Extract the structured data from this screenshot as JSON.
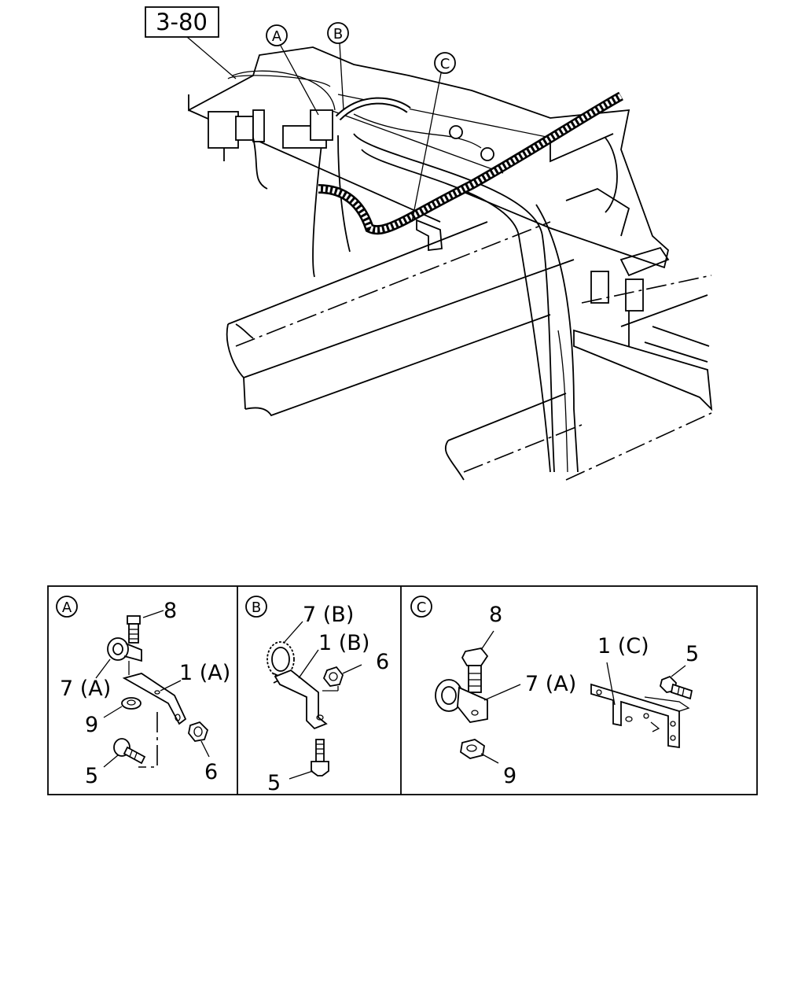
{
  "reference_box": "3-80",
  "main_callouts": {
    "a": "A",
    "b": "B",
    "c": "C"
  },
  "panels": {
    "a": {
      "tag": "A",
      "parts": {
        "p8": "8",
        "p7": "7 (A)",
        "p1": "1 (A)",
        "p9": "9",
        "p5": "5",
        "p6": "6"
      }
    },
    "b": {
      "tag": "B",
      "parts": {
        "p7": "7 (B)",
        "p1": "1 (B)",
        "p6": "6",
        "p5": "5"
      }
    },
    "c": {
      "tag": "C",
      "parts": {
        "p8": "8",
        "p7": "7 (A)",
        "p9": "9",
        "p1": "1 (C)",
        "p5": "5"
      }
    }
  }
}
